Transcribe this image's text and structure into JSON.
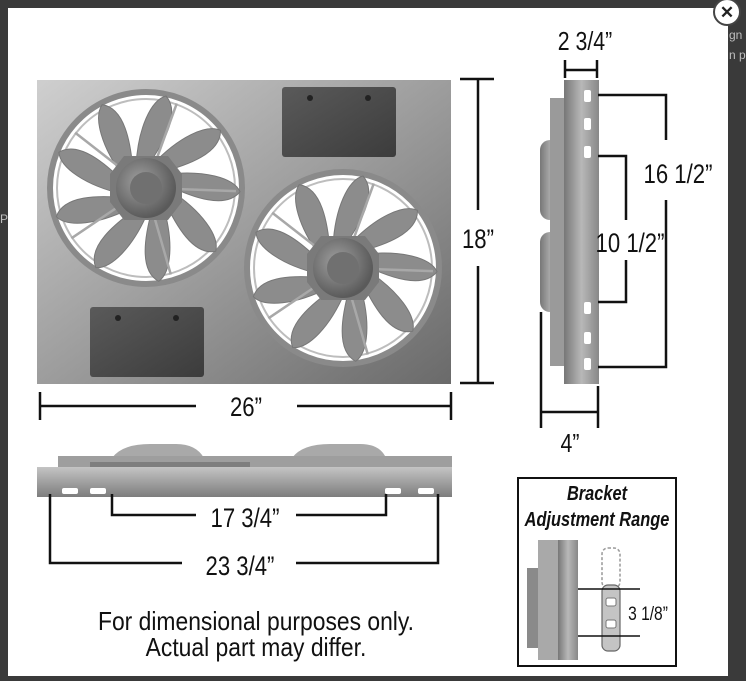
{
  "close_button": {
    "glyph": "✕"
  },
  "backdrop": {
    "fragment_1": "gn",
    "fragment_2": "n p",
    "fragment_3": "P"
  },
  "diagram": {
    "front_width": "26”",
    "front_height": "18”",
    "side_depth_top": "2 3/4”",
    "side_total": "16 1/2”",
    "side_inner": "10 1/2”",
    "side_bottom_depth": "4”",
    "bottom_inner": "17 3/4”",
    "bottom_outer": "23 3/4”",
    "bracket_title_1": "Bracket",
    "bracket_title_2": "Adjustment Range",
    "bracket_range": "3 1/8”",
    "disclaimer_1": "For dimensional purposes only.",
    "disclaimer_2": "Actual part may differ."
  },
  "colors": {
    "shroud_light": "#bdbdbd",
    "shroud_dark": "#6e6e6e",
    "line": "#111111"
  }
}
